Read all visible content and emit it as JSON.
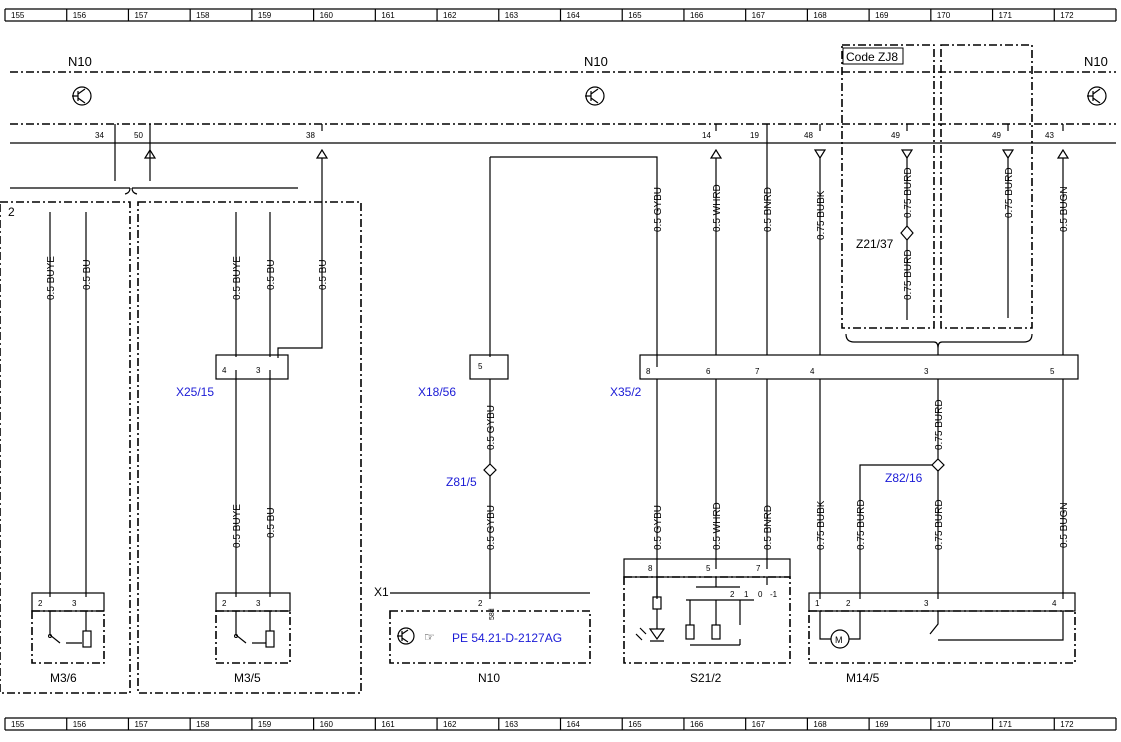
{
  "grid_numbers": [
    "155",
    "156",
    "157",
    "158",
    "159",
    "160",
    "161",
    "162",
    "163",
    "164",
    "165",
    "166",
    "167",
    "168",
    "169",
    "170",
    "171",
    "172"
  ],
  "modules": {
    "n10_left": "N10",
    "n10_center": "N10",
    "n10_right": "N10",
    "code_label": "Code ZJ8",
    "n10_bottom": "N10"
  },
  "bus_pins": [
    "34",
    "50",
    "38",
    "14",
    "19",
    "48",
    "49",
    "49",
    "43"
  ],
  "left_edge_label": "2",
  "wires": {
    "c1": "0.5 BUYE",
    "c2": "0.5 BU",
    "c3": "0.5 BUYE",
    "c4": "0.5 BU",
    "c5": "0.5 BU",
    "c6": "0.5 GYBU",
    "c7": "0.5 WHRD",
    "c8": "0.5 BNRD",
    "c9": "0.75 BUBK",
    "c10a": "0.75 BURD",
    "c10b": "0.75 BURD",
    "c11": "0.75 BURD",
    "c12": "0.5 BUGN",
    "c13": "0.5 GYBU",
    "c14": "0.75 BURD",
    "c15": "0.5 BUYE",
    "c16": "0.5 BU",
    "c17": "0.5 GYBU",
    "c18": "0.5 GYBU",
    "c19": "0.5 WHRD",
    "c20": "0.5 BNRD",
    "c21": "0.75 BUBK",
    "c22": "0.75 BURD",
    "c23": "0.75 BURD",
    "c24": "0.5 BUGN"
  },
  "connectors": {
    "x25": "X25/15",
    "x18": "X18/56",
    "x35": "X35/2",
    "z81": "Z81/5",
    "z82": "Z82/16",
    "z21": "Z21/37"
  },
  "conn_pins": {
    "x25_a": "4",
    "x25_b": "3",
    "x18": "5",
    "x35_8": "8",
    "x35_6": "6",
    "x35_7": "7",
    "x35_4": "4",
    "x35_3": "3",
    "x35_5": "5"
  },
  "bottom_pins": {
    "m36_a": "2",
    "m36_b": "3",
    "m35_a": "2",
    "m35_b": "3",
    "x1_pin": "2",
    "x1_sub": "58d",
    "s21_8": "8",
    "s21_5": "5",
    "s21_7": "7",
    "m14_1": "1",
    "m14_2": "2",
    "m14_3": "3",
    "m14_4": "4",
    "sw_2": "2",
    "sw_1": "1",
    "sw_0": "0",
    "sw_m1": "-1"
  },
  "components": {
    "m36": "M3/6",
    "m35": "M3/5",
    "x1": "X1",
    "s21": "S21/2",
    "m14": "M14/5",
    "motor_letter": "M"
  },
  "reference": {
    "text": "PE 54.21-D-2127AG",
    "color": "#1a1ad6"
  }
}
